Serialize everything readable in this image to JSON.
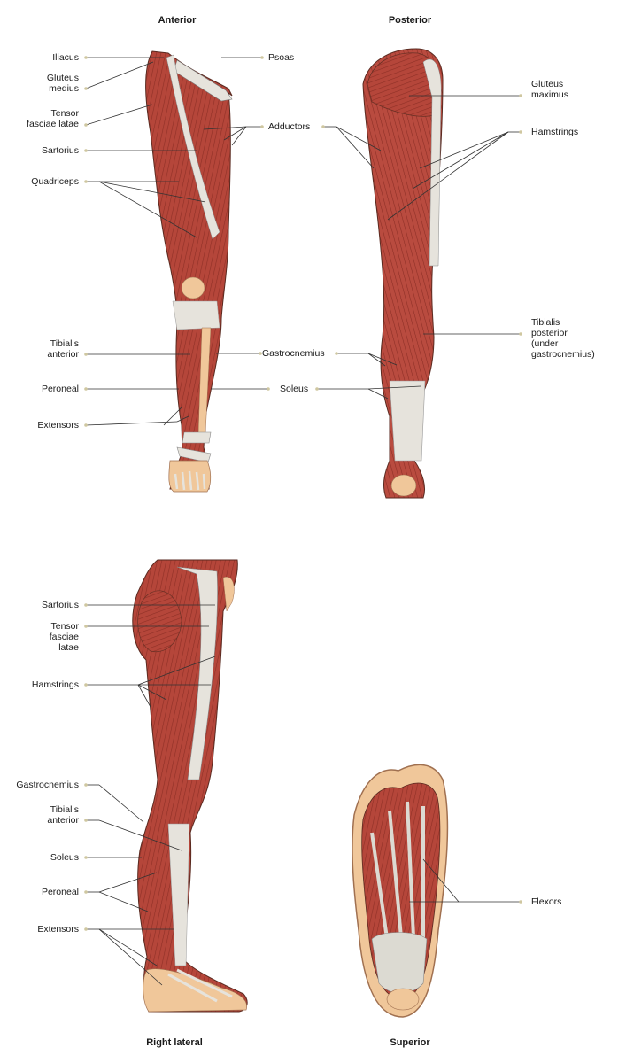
{
  "views": {
    "anterior": "Anterior",
    "posterior": "Posterior",
    "lateral": "Right lateral",
    "superior": "Superior"
  },
  "labels": {
    "anterior": {
      "iliacus": "Iliacus",
      "gluteus_medius": [
        "Gluteus",
        "medius"
      ],
      "tensor": [
        "Tensor",
        "fasciae latae"
      ],
      "sartorius": "Sartorius",
      "quadriceps": "Quadriceps",
      "tibialis": [
        "Tibialis",
        "anterior"
      ],
      "peroneal": "Peroneal",
      "extensors": "Extensors",
      "psoas": "Psoas",
      "adductors": "Adductors",
      "gastrocnemius": "Gastrocnemius",
      "soleus": "Soleus"
    },
    "posterior": {
      "gluteus_maximus": [
        "Gluteus",
        "maximus"
      ],
      "hamstrings": "Hamstrings",
      "tibialis_posterior": [
        "Tibialis",
        "posterior",
        "(under",
        "gastrocnemius)"
      ]
    },
    "lateral": {
      "sartorius": "Sartorius",
      "tensor": [
        "Tensor",
        "fasciae",
        "latae"
      ],
      "hamstrings": "Hamstrings",
      "gastrocnemius": "Gastrocnemius",
      "tibialis": [
        "Tibialis",
        "anterior"
      ],
      "soleus": "Soleus",
      "peroneal": "Peroneal",
      "extensors": "Extensors"
    },
    "superior": {
      "flexors": "Flexors"
    }
  },
  "colors": {
    "muscle": "#b5463a",
    "muscle_dark": "#8e2f26",
    "tendon": "#e6e3dc",
    "skin": "#f0c79a",
    "leader": "#333333",
    "dot": "#cfc7a0"
  }
}
